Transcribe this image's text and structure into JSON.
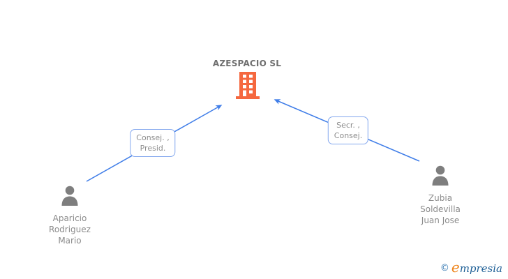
{
  "company": {
    "name": "AZESPACIO SL",
    "icon": "building-icon"
  },
  "relations": [
    {
      "target": "company",
      "label_lines": [
        "Consej. ,",
        "Presid."
      ]
    },
    {
      "target": "company",
      "label_lines": [
        "Secr. ,",
        "Consej."
      ]
    }
  ],
  "people": [
    {
      "icon": "person-icon",
      "name_lines": [
        "Aparicio",
        "Rodriguez",
        "Mario"
      ]
    },
    {
      "icon": "person-icon",
      "name_lines": [
        "Zubia",
        "Soldevilla",
        "Juan Jose"
      ]
    }
  ],
  "logo": {
    "copyright": "©",
    "brand_e": "e",
    "brand_rest": "mpresia"
  },
  "colors": {
    "edge_blue": "#3f7de8",
    "label_border_blue": "#84a8ee",
    "building_orange": "#f5683f",
    "person_gray": "#7e7e7e",
    "name_text_gray": "#8b8b8b",
    "title_gray": "#6f6f6f",
    "label_text_gray": "#8d8d8d",
    "logo_blue": "#1e5f96",
    "logo_orange": "#ee8319",
    "background": "#ffffff"
  }
}
